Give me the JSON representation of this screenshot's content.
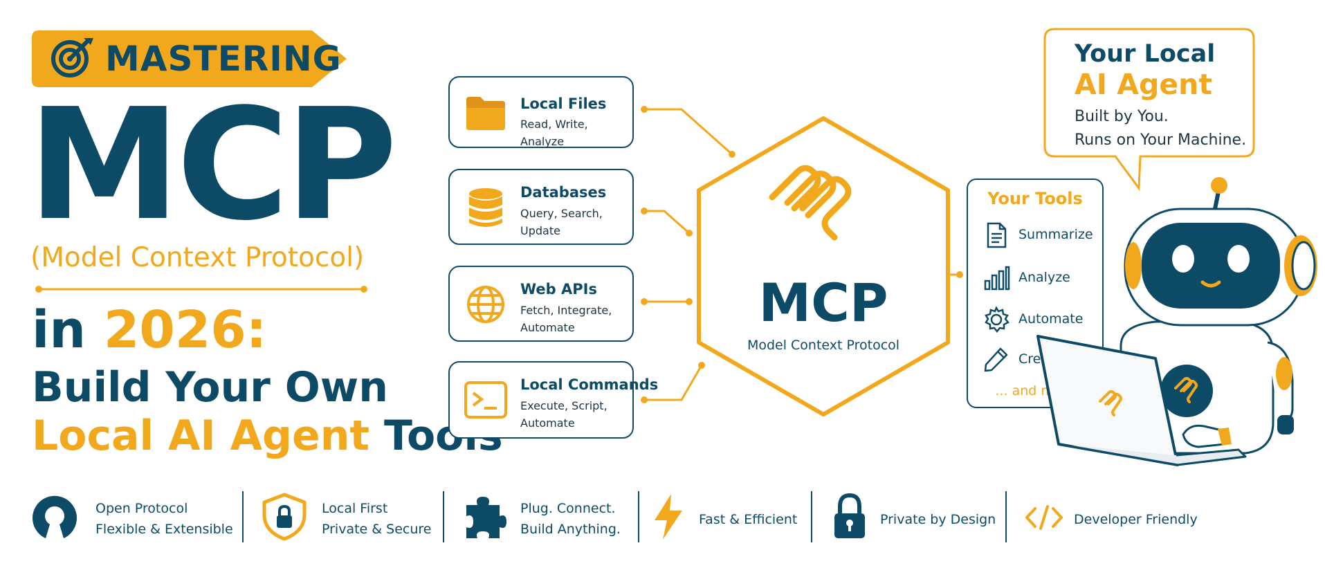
{
  "header": {
    "badge_text": "MASTERING",
    "acronym": "MCP",
    "subtitle": "(Model Context Protocol)",
    "line_in": "in",
    "year": "2026:",
    "line_build": "Build Your Own",
    "line_local_highlight": "Local AI Agent",
    "line_local_rest": "Tools"
  },
  "sources": [
    {
      "title": "Local Files",
      "desc": "Read, Write, Analyze",
      "icon": "folder-icon"
    },
    {
      "title": "Databases",
      "desc": "Query, Search, Update",
      "icon": "database-icon"
    },
    {
      "title": "Web APIs",
      "desc": "Fetch, Integrate, Automate",
      "icon": "globe-icon"
    },
    {
      "title": "Local Commands",
      "desc": "Execute, Script, Automate",
      "icon": "terminal-icon"
    }
  ],
  "center": {
    "title": "MCP",
    "subtitle": "Model Context Protocol",
    "icon": "mcp-logo-icon"
  },
  "tools": {
    "title": "Your Tools",
    "items": [
      {
        "label": "Summarize",
        "icon": "document-icon"
      },
      {
        "label": "Analyze",
        "icon": "bar-chart-icon"
      },
      {
        "label": "Automate",
        "icon": "gear-icon"
      },
      {
        "label": "Create",
        "icon": "pencil-icon"
      }
    ],
    "more": "... and more"
  },
  "bubble": {
    "line1": "Your Local",
    "line2": "AI Agent",
    "line3": "Built by You.",
    "line4": "Runs on Your Machine."
  },
  "features": [
    {
      "title": "Open Protocol",
      "desc": "Flexible & Extensible",
      "icon": "open-source-icon"
    },
    {
      "title": "Local First",
      "desc": "Private & Secure",
      "icon": "shield-lock-icon"
    },
    {
      "title": "Plug. Connect.",
      "desc": "Build Anything.",
      "icon": "puzzle-icon"
    },
    {
      "title": "Fast & Efficient",
      "desc": "",
      "icon": "lightning-icon"
    },
    {
      "title": "Private by Design",
      "desc": "",
      "icon": "padlock-icon"
    },
    {
      "title": "Developer Friendly",
      "desc": "",
      "icon": "code-icon"
    }
  ],
  "colors": {
    "navy": "#0d4a66",
    "accent": "#f2a81d"
  }
}
